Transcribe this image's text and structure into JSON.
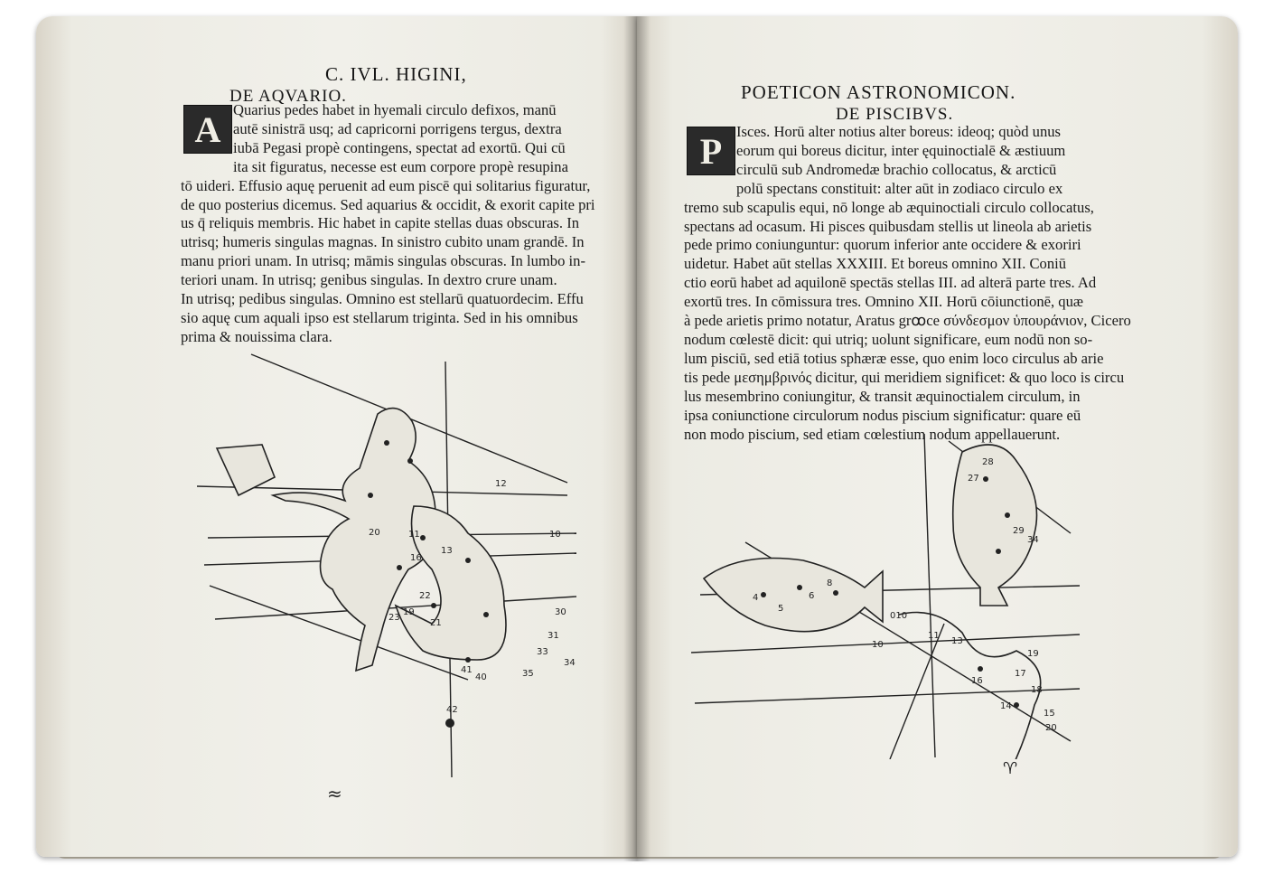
{
  "left_page": {
    "running_head": "C. IVL. HIGINI,",
    "section_title": "DE AQVARIO.",
    "initial": "A",
    "lines": [
      "Quarius pedes habet in hyemali circulo defixos, manū",
      "autē sinistrā usq; ad capricorni porrigens tergus, dextra",
      "iubā Pegasi propè contingens, spectat ad exortū. Qui cū",
      "ita sit figuratus, necesse est eum corpore propè resupina",
      "tō uideri. Effusio aquę peruenit ad eum piscē qui solitarius figuratur,",
      "de quo posterius dicemus. Sed aquarius & occidit, & exorit capite pri",
      "us q̄ reliquis membris. Hic habet in capite stellas duas obscuras. In",
      "utrisq; humeris singulas magnas. In sinistro cubito unam grandē. In",
      "manu priori unam. In utrisq; māmis singulas obscuras. In lumbo in-",
      "teriori unam. In utrisq; genibus singulas. In dextro crure unam.",
      "In utrisq; pedibus singulas. Omnino est stellarū quatuordecim. Effu",
      "sio aquę cum aquali ipso est stellarum triginta. Sed in his omnibus",
      "prima & nouissima clara."
    ],
    "zodiac_mark": "≈"
  },
  "right_page": {
    "running_head": "POETICON ASTRONOMICON.",
    "section_title": "DE PISCIBVS.",
    "initial": "P",
    "lines": [
      "Isces. Horū alter notius alter boreus: ideoq; quòd unus",
      "eorum qui boreus dicitur, inter ęquinoctialē & æstiuum",
      "circulū sub Andromedæ brachio collocatus, & arcticū",
      "polū spectans constituit: alter aūt in zodiaco circulo ex",
      "tremo sub scapulis equi, nō longe ab æquinoctiali circulo collocatus,",
      "spectans ad ocasum. Hi pisces quibusdam stellis ut lineola ab arietis",
      "pede primo coniunguntur: quorum inferior ante occidere & exoriri",
      "uidetur. Habet aūt stellas XXXIII. Et boreus omnino XII. Coniū",
      "ctio eorū habet ad aquilonē spectās stellas III. ad alterā parte tres. Ad",
      "exortū tres. In cōmissura tres. Omnino XII. Horū cōiunctionē, quæ",
      "à pede arietis primo notatur, Aratus grꝏce σύνδεσμον ὑπουράνιον, Cicero",
      "nodum cœlestē dicit: qui utriq; uolunt significare, eum nodū non so-",
      "lum pisciū, sed etiā totius sphæræ esse, quo enim loco circulus ab arie",
      "tis pede μεσημβρινός dicitur, qui meridiem significet: & quo loco is circu",
      "lus mesembrino coniungitur, & transit æquinoctialem circulum, in",
      "ipsa coniunctione circulorum nodus piscium significatur: quare eū",
      "non modo piscium, sed etiam cœlestium nodum appellauerunt."
    ],
    "zodiac_mark": "♈"
  },
  "illustration_labels": {
    "aquarius": [
      "12",
      "10",
      "20",
      "16",
      "13",
      "11",
      "19",
      "21",
      "22",
      "23",
      "30",
      "31",
      "33",
      "34",
      "35",
      "40",
      "41",
      "42"
    ],
    "pisces": [
      "28",
      "27",
      "29",
      "34",
      "8",
      "6",
      "5",
      "4",
      "010",
      "11",
      "13",
      "16",
      "14",
      "17",
      "18",
      "15",
      "19",
      "20",
      "10"
    ]
  },
  "colors": {
    "paper": "#f1f0ea",
    "ink": "#1a1a1a",
    "shadow": "#cfc8b6"
  }
}
